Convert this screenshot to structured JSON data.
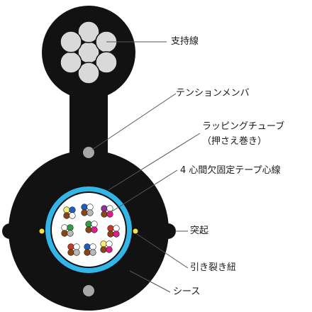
{
  "labels": {
    "support_wire": "支持線",
    "tension_member": "テンションメンバ",
    "wrapping_tube_line1": "ラッピングチューブ",
    "wrapping_tube_line2": "（押さえ巻き）",
    "ribbon_fiber": "4 心間欠固定テープ心線",
    "ridge": "突起",
    "rip_cord": "引き裂き紐",
    "sheath": "シース"
  },
  "colors": {
    "sheath": "#121212",
    "steel_wire": "#d9d9d9",
    "tube_ring": "#33b5e8",
    "core_fill": "#ffffff",
    "rip_cord": "#f5e04a",
    "tension_member": "#a7a7a7",
    "leader_line": "#555555",
    "fiber_colors": [
      "#1e5fc2",
      "#f6ee72",
      "#8b4513",
      "#ffffff",
      "#2e9e3e",
      "#8e2fa3",
      "#b8b8b8",
      "#c0392b",
      "#e21b8c"
    ]
  }
}
